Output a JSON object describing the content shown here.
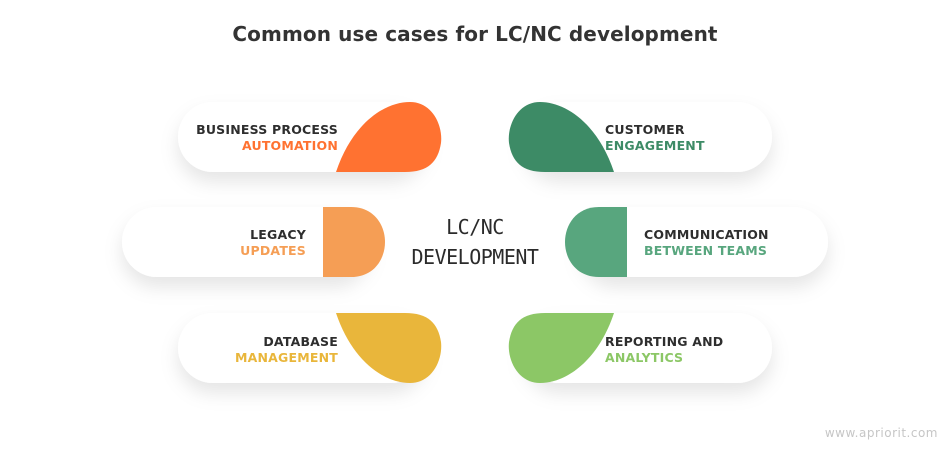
{
  "title": "Common use cases for LC/NC development",
  "center": {
    "line1": "LC/NC",
    "line2": "DEVELOPMENT"
  },
  "items": [
    {
      "line1": "BUSINESS PROCESS",
      "line2": "AUTOMATION",
      "color": "#ff7231"
    },
    {
      "line1": "LEGACY",
      "line2": "UPDATES",
      "color": "#f59e55"
    },
    {
      "line1": "DATABASE",
      "line2": "MANAGEMENT",
      "color": "#e9b63b"
    },
    {
      "line1": "CUSTOMER",
      "line2": "ENGAGEMENT",
      "color": "#3d8b66"
    },
    {
      "line1": "COMMUNICATION",
      "line2": "BETWEEN TEAMS",
      "color": "#58a67e"
    },
    {
      "line1": "REPORTING AND",
      "line2": "ANALYTICS",
      "color": "#8cc766"
    }
  ],
  "watermark": "www.apriorit.com"
}
